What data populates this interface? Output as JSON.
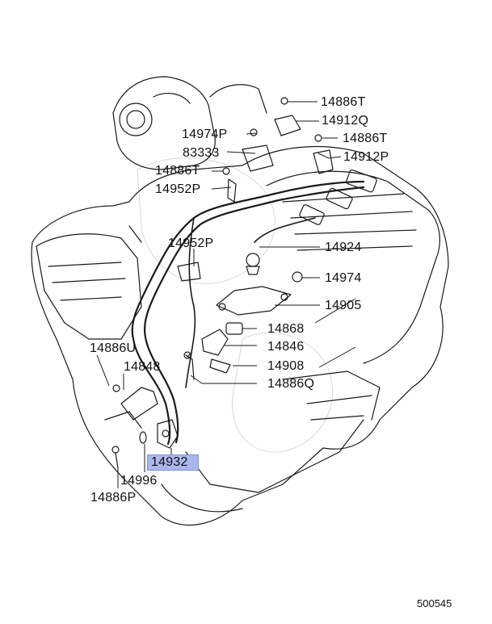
{
  "diagram": {
    "parts": [
      {
        "id": "p1",
        "label": "14886T"
      },
      {
        "id": "p2",
        "label": "14912Q"
      },
      {
        "id": "p3",
        "label": "14974P"
      },
      {
        "id": "p4",
        "label": "14886T"
      },
      {
        "id": "p5",
        "label": "83333"
      },
      {
        "id": "p6",
        "label": "14912P"
      },
      {
        "id": "p7",
        "label": "14886T"
      },
      {
        "id": "p8",
        "label": "14952P"
      },
      {
        "id": "p9",
        "label": "14952P"
      },
      {
        "id": "p10",
        "label": "14924"
      },
      {
        "id": "p11",
        "label": "14974"
      },
      {
        "id": "p12",
        "label": "14905"
      },
      {
        "id": "p13",
        "label": "14868"
      },
      {
        "id": "p14",
        "label": "14846"
      },
      {
        "id": "p15",
        "label": "14886U"
      },
      {
        "id": "p16",
        "label": "14908"
      },
      {
        "id": "p17",
        "label": "14848"
      },
      {
        "id": "p18",
        "label": "14886Q"
      },
      {
        "id": "p19",
        "label": "14932",
        "highlighted": true
      },
      {
        "id": "p20",
        "label": "14996"
      },
      {
        "id": "p21",
        "label": "14886P"
      }
    ],
    "diagram_code": "500545",
    "colors": {
      "line": "#1a1a1a",
      "highlight": "#a9b7ec",
      "background": "#ffffff"
    }
  }
}
